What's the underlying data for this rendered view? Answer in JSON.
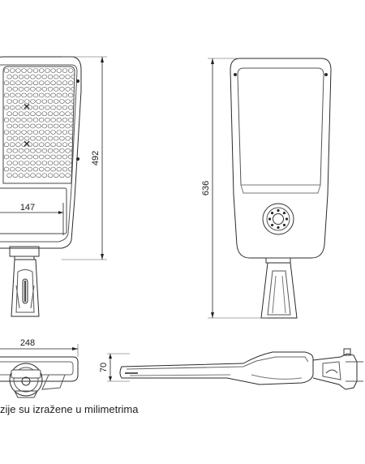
{
  "dimensions": {
    "height_front": "492",
    "height_rear": "636",
    "width_top": "248",
    "width_mid": "147",
    "side_height": "70"
  },
  "caption": "zije su izražene u milimetrima",
  "colors": {
    "line": "#2a2a2a",
    "light": "#7a7a7a"
  }
}
